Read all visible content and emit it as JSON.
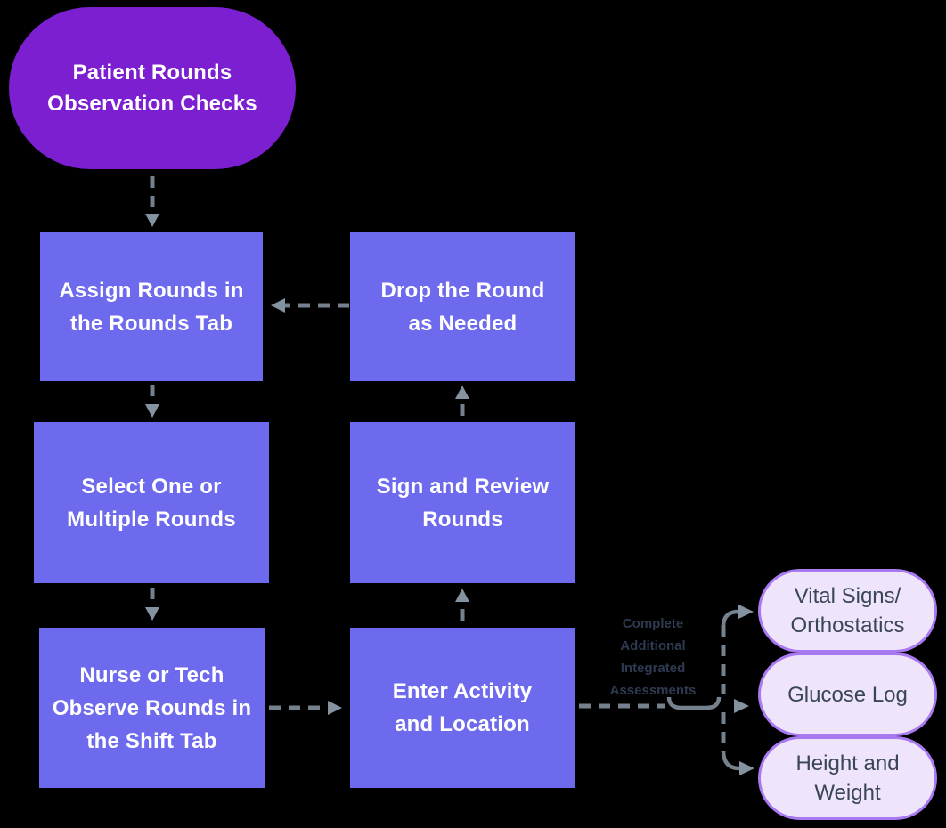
{
  "start": {
    "lines": [
      "Patient Rounds",
      "Observation Checks"
    ]
  },
  "boxes": {
    "assign": {
      "lines": [
        "Assign Rounds in",
        "the Rounds Tab"
      ]
    },
    "drop": {
      "lines": [
        "Drop the Round",
        "as Needed"
      ]
    },
    "select": {
      "lines": [
        "Select One or",
        "Multiple Rounds"
      ]
    },
    "sign": {
      "lines": [
        "Sign and Review",
        "Rounds"
      ]
    },
    "observe": {
      "lines": [
        "Nurse or Tech",
        "Observe Rounds in",
        "the Shift Tab"
      ]
    },
    "enter": {
      "lines": [
        "Enter Activity",
        "and Location"
      ]
    }
  },
  "assessments": {
    "label_lines": [
      "Complete",
      "Additional",
      "Integrated",
      "Assessments"
    ],
    "vital": {
      "lines": [
        "Vital Signs/",
        "Orthostatics"
      ]
    },
    "glucose": {
      "lines": [
        "Glucose Log"
      ]
    },
    "height": {
      "lines": [
        "Height and",
        "Weight"
      ]
    }
  },
  "colors": {
    "start_fill": "#7B1FD1",
    "process_fill": "#6E6AEE",
    "process_text": "#FFFFFF",
    "assessment_fill": "#EFE5FB",
    "assessment_border": "#A979F2",
    "assessment_text": "#3A4557",
    "label_text": "#2E3A50",
    "connector": "#75828E",
    "arrowhead": "#8593A1",
    "background": "#000000"
  }
}
